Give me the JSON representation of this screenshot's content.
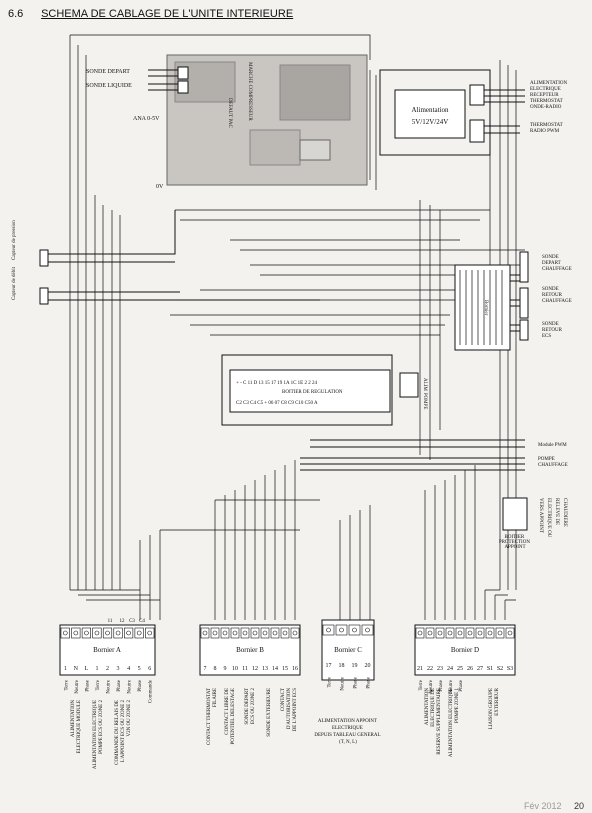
{
  "header": {
    "section": "6.6",
    "title": "SCHEMA DE CABLAGE DE L'UNITE INTERIEURE"
  },
  "footer": {
    "date": "Fév 2012",
    "page": "20"
  },
  "pcb": {
    "ana": "ANA 0-5V",
    "zero_v": "0V",
    "defaut_pac": "DEFAUT PAC",
    "marche_compresseur": "MARCHE COMPRESSEUR"
  },
  "sensors_top": {
    "depart": "SONDE DEPART",
    "liquide": "SONDE LIQUIDE"
  },
  "left_sensors": {
    "pression": "Capteur de pression",
    "debit": "Capteur de débit"
  },
  "alimentation": {
    "label": "Alimentation",
    "voltage": "5V/12V/24V"
  },
  "right_top": {
    "alim": [
      "ALIMENTATION",
      "ELECTRIQUE",
      "RECEPTEUR",
      "THERMOSTAT",
      "ONDE-RADIO"
    ],
    "thermo_pwm": [
      "THERMOSTAT",
      "RADIO PWM"
    ]
  },
  "right_sondes": [
    [
      "SONDE",
      "DEPART",
      "CHAUFFAGE"
    ],
    [
      "SONDE",
      "RETOUR",
      "CHAUFFAGE"
    ],
    [
      "SONDE",
      "RETOUR",
      "ECS"
    ]
  ],
  "bornier_mid": "Bornier",
  "regulation": {
    "title": "BOITIER DE REGULATION",
    "row_top": "+ - C 11 D 13 15 17 19 1A 1C 1E 2 2 24",
    "row_bottom": "C2 C3 C4 C5 + 06 07 C8 C9 C10 C50 A"
  },
  "alim_pompe": [
    "ALIM",
    "POMPE"
  ],
  "module_pwm": "Module PWM",
  "pompe_chauffage": [
    "POMPE",
    "CHAUFFAGE"
  ],
  "relais": {
    "box": [
      "BOITIER",
      "PROTECTION",
      "APPOINT"
    ],
    "side": [
      "VERS APPOINT",
      "ELECTRIQUE OU",
      "RELEVE DE",
      "CHAUDIERE"
    ]
  },
  "bornier_a": {
    "title": "Bornier A",
    "terminals": [
      "1",
      "N",
      "L",
      "1",
      "2",
      "3",
      "4",
      "5",
      "6"
    ],
    "top_numbers": [
      "11",
      "12",
      "C3",
      "C4"
    ],
    "conductors": [
      "Terre",
      "Neutre",
      "Phase",
      "Terre",
      "Neutre",
      "Phase",
      "Neutre",
      "Phase",
      "Commande"
    ],
    "legends": [
      [
        "ALIMENTATION",
        "ELECTRIQUE MODULE"
      ],
      [
        "ALIMENTATION ELECTRIQUE",
        "POMPE ECS OU ZONE 2"
      ],
      [
        "COMMANDE DU RELAIS DE",
        "L'APPOINT ECS OU ZONE 2",
        "V2N OU ZONE 2"
      ]
    ]
  },
  "bornier_b": {
    "title": "Bornier B",
    "terminals": [
      "7",
      "8",
      "9",
      "10",
      "11",
      "12",
      "13",
      "14",
      "15",
      "16"
    ],
    "legends": [
      [
        "CONTACT THERMOSTAT",
        "FILAIRE"
      ],
      [
        "CONTACT LIBRE DE",
        "POTENTIEL DELESTAGE"
      ],
      [
        "SONDE DEPART",
        "ECS OU ZONE 2"
      ],
      [
        "SONDE EXTERIEURE"
      ],
      [
        "CONTACT",
        "D'AUTORISATION",
        "DE L'APPOINT ECS"
      ]
    ]
  },
  "bornier_c": {
    "title": "Bornier C",
    "terminals": [
      "17",
      "18",
      "19",
      "20"
    ],
    "conductors": [
      "Terre",
      "Neutre",
      "Phase",
      "Phase"
    ],
    "legend": [
      "ALIMENTATION APPOINT",
      "ELECTRIQUE",
      "DEPUIS TABLEAU GENERAL",
      "(T, N, L)"
    ]
  },
  "bornier_d": {
    "title": "Bornier D",
    "terminals": [
      "21",
      "22",
      "23",
      "24",
      "25",
      "26",
      "27",
      "S1",
      "S2",
      "S3"
    ],
    "conductors": [
      "Terre",
      "Neutre",
      "Phase",
      "Neutre",
      "Phase"
    ],
    "legends": [
      [
        "ALIMENTATION",
        "ELECTRIQUE DE",
        "RESERVE SUPPLEMENTAIRE"
      ],
      [
        "ALIMENTATION ELECTRIQUE",
        "POMPE ZONE 1"
      ],
      [
        "LIAISON GROUPE",
        "EXTERIEUR"
      ]
    ],
    "bus": [
      "S1",
      "S2",
      "S3"
    ]
  }
}
